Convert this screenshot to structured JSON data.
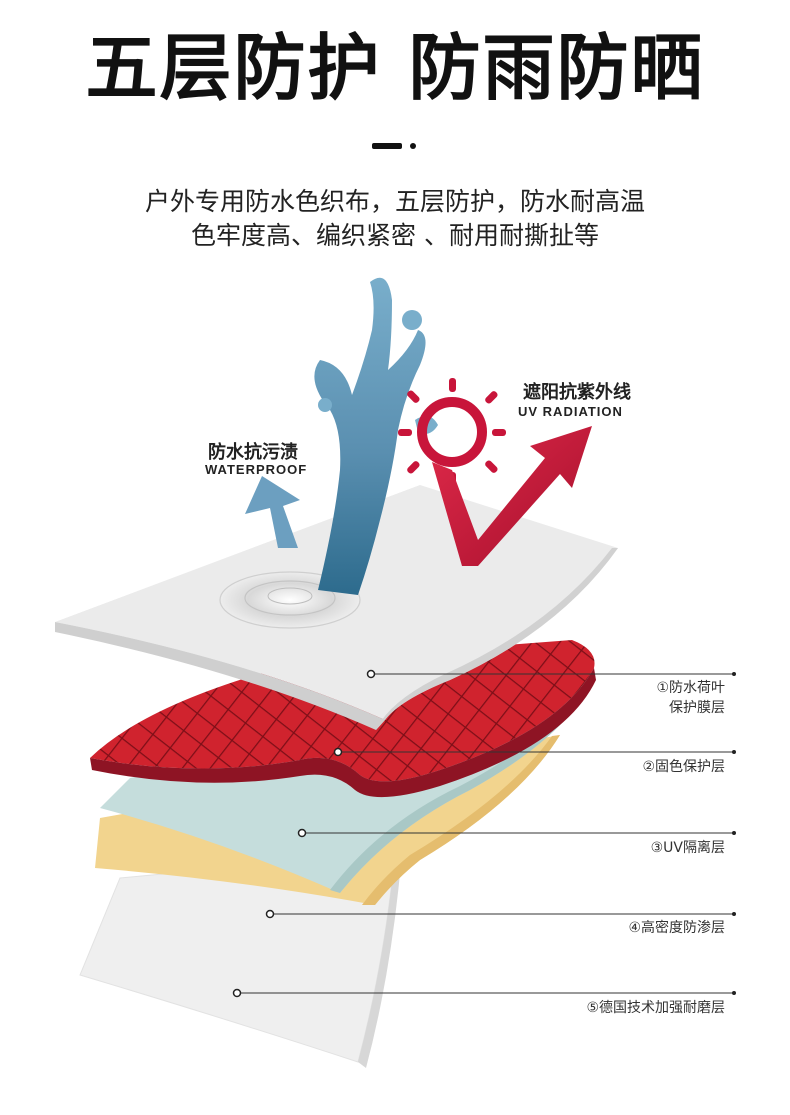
{
  "title": "五层防护 防雨防晒",
  "subtitle": {
    "line1": "户外专用防水色织布，五层防护，防水耐高温",
    "line2": "色牢度高、编织紧密 、耐用耐撕扯等"
  },
  "waterproof": {
    "cn": "防水抗污渍",
    "en": "WATERPROOF"
  },
  "uv": {
    "cn": "遮阳抗紫外线",
    "en": "UV RADIATION"
  },
  "layers": [
    {
      "line1": "①防水荷叶",
      "line2": "保护膜层"
    },
    {
      "line1": "②固色保护层",
      "line2": ""
    },
    {
      "line1": "③UV隔离层",
      "line2": ""
    },
    {
      "line1": "④高密度防渗层",
      "line2": ""
    },
    {
      "line1": "⑤德国技术加强耐磨层",
      "line2": ""
    }
  ],
  "colors": {
    "water_blue": "#6c9fc0",
    "uv_red": "#c8153a",
    "fabric_red": "#d0232e",
    "layer_gray": "#e6e6e6",
    "layer_teal": "#c5dddc",
    "layer_yellow": "#f2d48e",
    "layer_white": "#f4f4f4"
  }
}
